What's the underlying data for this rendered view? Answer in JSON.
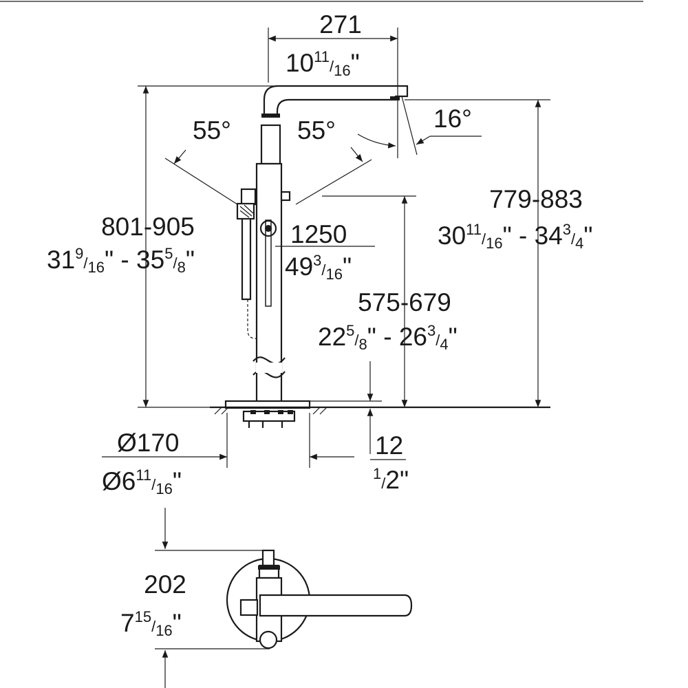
{
  "dimensions": {
    "spout_reach": {
      "mm": "271",
      "inch_whole": "10",
      "inch_num": "11",
      "inch_den": "16"
    },
    "angle_left": "55°",
    "angle_right": "55°",
    "spout_angle": "16°",
    "overall_height": {
      "mm": "801-905",
      "a_whole": "31",
      "a_num": "9",
      "a_den": "16",
      "sep": " - ",
      "b_whole": "35",
      "b_num": "5",
      "b_den": "8"
    },
    "spout_height": {
      "mm": "779-883",
      "a_whole": "30",
      "a_num": "11",
      "a_den": "16",
      "sep": " - ",
      "b_whole": "34",
      "b_num": "3",
      "b_den": "4"
    },
    "hose_length": {
      "mm": "1250",
      "inch_whole": "49",
      "inch_num": "3",
      "inch_den": "16"
    },
    "handle_height": {
      "mm": "575-679",
      "a_whole": "22",
      "a_num": "5",
      "a_den": "8",
      "sep": " - ",
      "b_whole": "26",
      "b_num": "3",
      "b_den": "4"
    },
    "base_diameter": {
      "mm": "Ø170",
      "inch_prefix": "Ø6",
      "inch_num": "11",
      "inch_den": "16"
    },
    "floor_offset": {
      "mm": "12",
      "inch_num": "1",
      "inch_den": "2"
    },
    "plan_width": {
      "mm": "202",
      "inch_whole": "7",
      "inch_num": "15",
      "inch_den": "16"
    }
  }
}
